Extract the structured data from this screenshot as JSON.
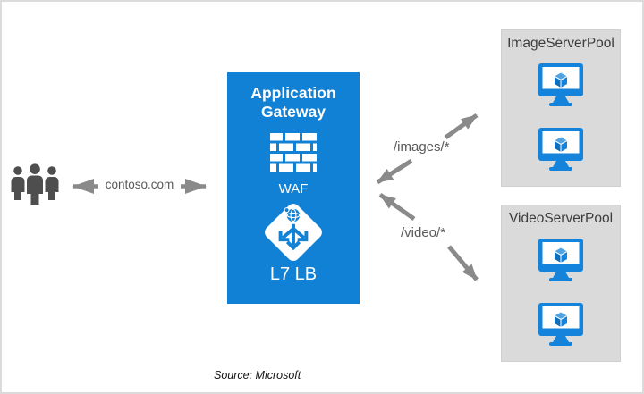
{
  "diagram": {
    "client": {
      "domain_label": "contoso.com"
    },
    "gateway": {
      "title": "Application Gateway",
      "waf_label": "WAF",
      "lb_label": "L7 LB"
    },
    "routes": [
      {
        "label": "/images/*",
        "target": "ImageServerPool"
      },
      {
        "label": "/video/*",
        "target": "VideoServerPool"
      }
    ],
    "pools": [
      {
        "title": "ImageServerPool",
        "server_count": 2
      },
      {
        "title": "VideoServerPool",
        "server_count": 2
      }
    ],
    "caption": "Source: Microsoft",
    "icons": {
      "users": "users-icon",
      "firewall": "firewall-brick-icon",
      "load_balancer": "app-gateway-lb-icon",
      "server": "vm-icon"
    },
    "colors": {
      "azure_blue": "#1181D6",
      "icon_blue": "#1383DB",
      "pool_bg": "#DADADA",
      "arrow_gray": "#8A8A8A",
      "label_gray": "#595959",
      "people_gray": "#4E4E4E",
      "canvas_border": "#DCDADB"
    }
  }
}
